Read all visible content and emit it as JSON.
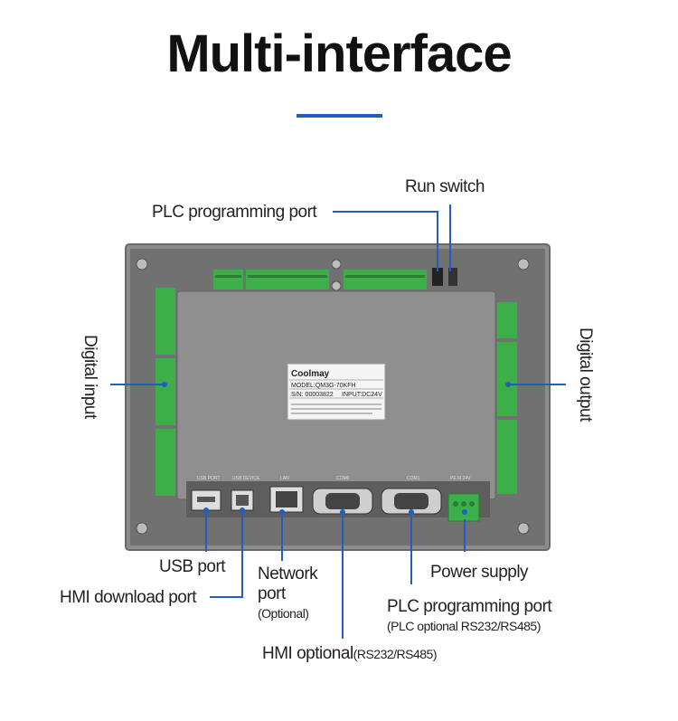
{
  "title": "Multi-interface",
  "labels": {
    "run_switch": "Run switch",
    "plc_programming_port_top": "PLC programming port",
    "digital_input": "Digital input",
    "digital_output": "Digital output",
    "usb_port": "USB port",
    "hmi_download_port": "HMI download port",
    "network_port": "Network",
    "network_port_line2": "port",
    "network_optional": "(Optional)",
    "power_supply": "Power supply",
    "plc_programming_port_bottom": "PLC programming port",
    "plc_optional": "(PLC optional RS232/RS485)",
    "hmi_optional": "HMI  optional",
    "hmi_optional_suffix": "(RS232/RS485)"
  },
  "device_label": {
    "brand": "Coolmay",
    "model": "MODEL:QM3G-70KFH",
    "serial": "S/N: 00003822",
    "input": "INPUT:DC24V"
  },
  "port_captions": {
    "usb": "USB PORT",
    "usb_device": "USB DEVICE",
    "lan": "LAN",
    "com0": "COM0",
    "com1": "COM1",
    "power": "PE  M  24V"
  },
  "colors": {
    "accent": "#1e5fbf",
    "leader": "#1e5fbf",
    "panel": "#6b6b6b",
    "panel_inner": "#8a8a8a",
    "terminal": "#3cae4a"
  }
}
